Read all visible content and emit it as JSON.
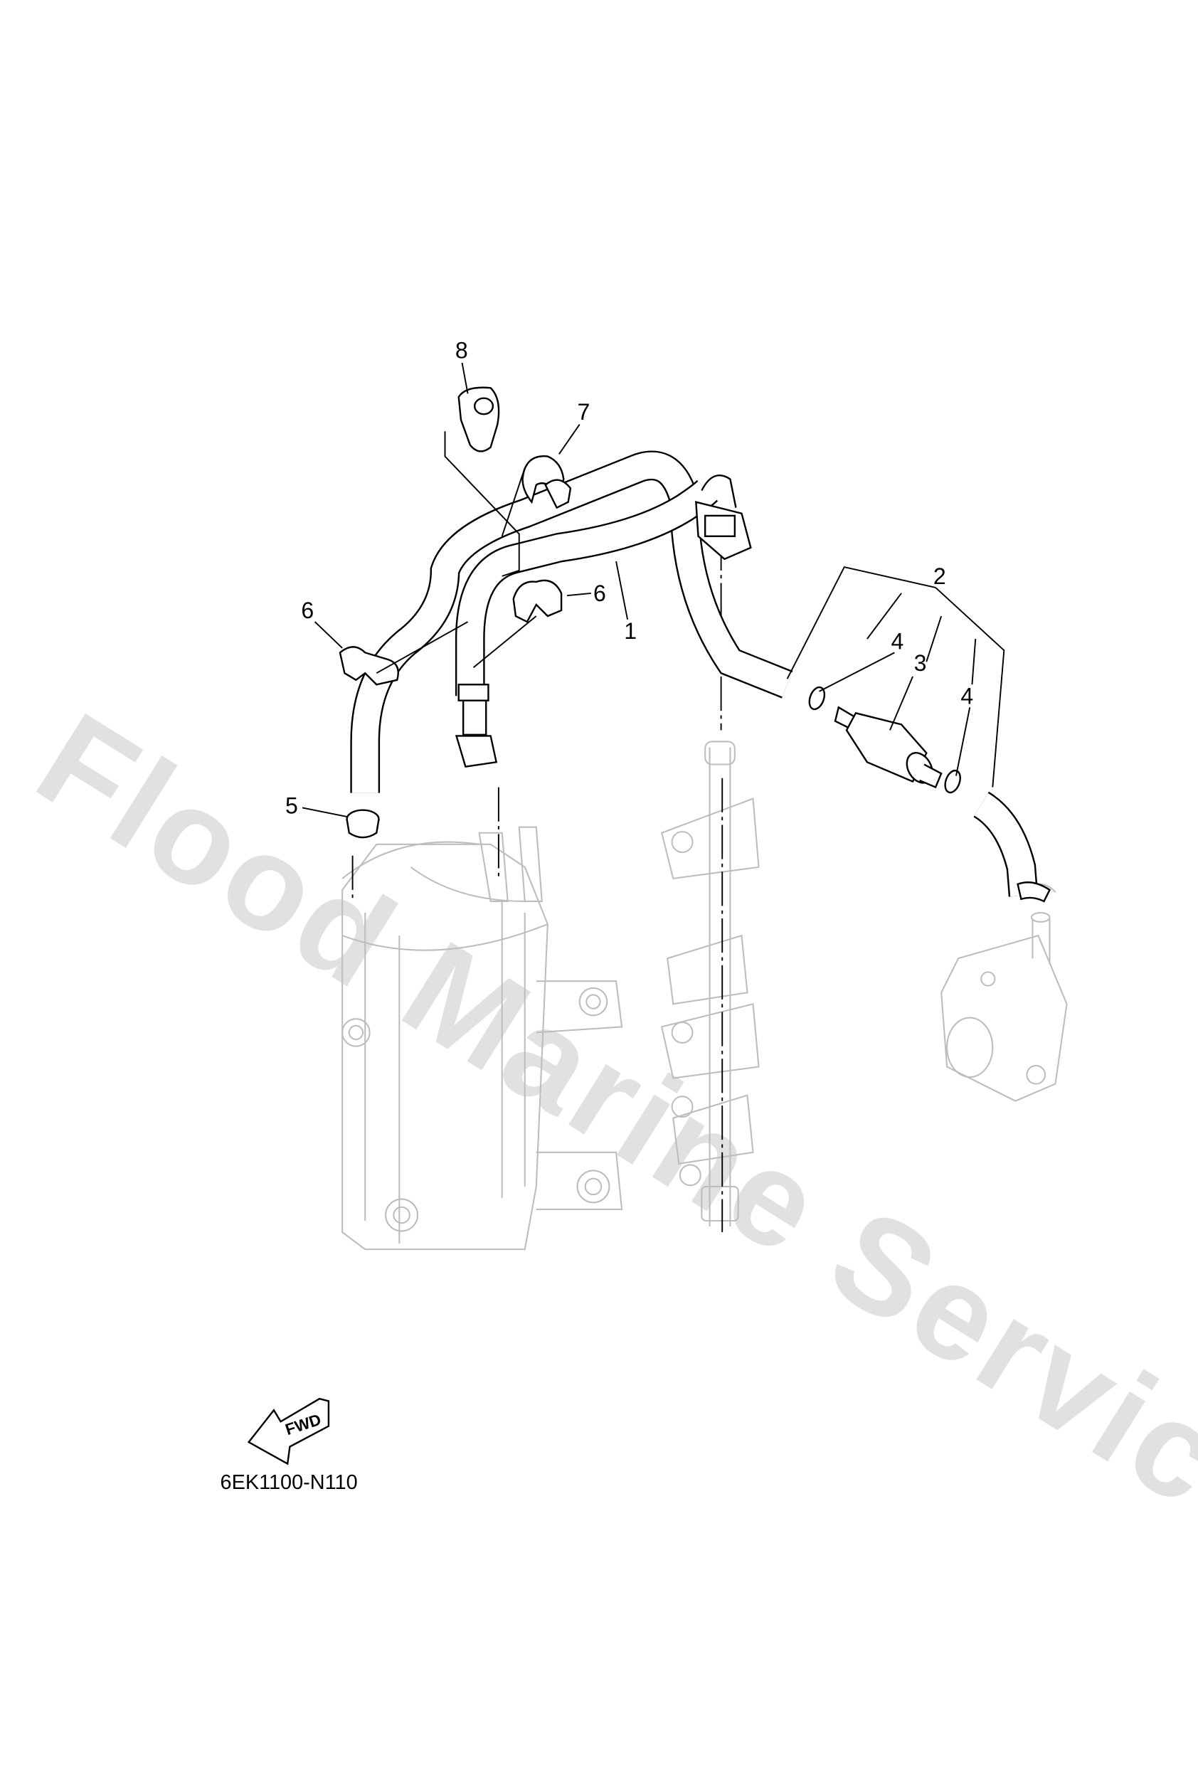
{
  "watermark": "Flood Marine Services",
  "callouts": [
    {
      "id": "hose-1",
      "label": "1"
    },
    {
      "id": "fuel-filter-assy",
      "label": "2"
    },
    {
      "id": "fuel-filter",
      "label": "3"
    },
    {
      "id": "clip-a",
      "label": "4"
    },
    {
      "id": "clip-b",
      "label": "4"
    },
    {
      "id": "clip-5",
      "label": "5"
    },
    {
      "id": "holder-left",
      "label": "6"
    },
    {
      "id": "holder-right",
      "label": "6"
    },
    {
      "id": "holder-7",
      "label": "7"
    },
    {
      "id": "holder-8",
      "label": "8"
    }
  ],
  "direction_arrow": "FWD",
  "diagram_code": "6EK1100-N110"
}
